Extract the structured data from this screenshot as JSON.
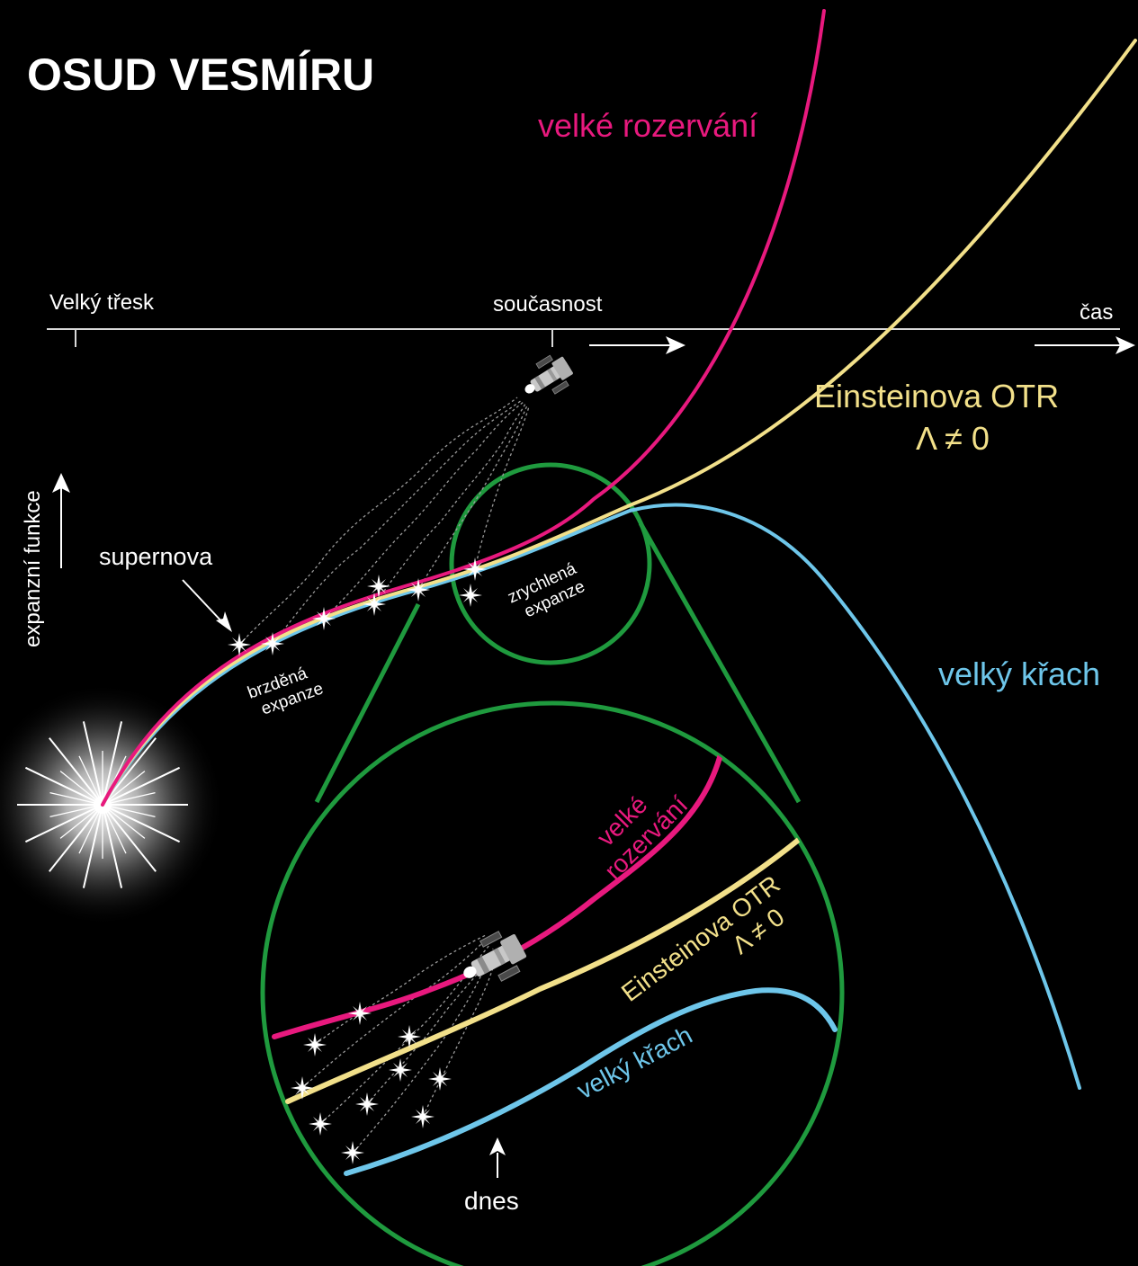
{
  "title": "OSUD VESMÍRU",
  "axis": {
    "big_bang": "Velký třesk",
    "present": "současnost",
    "time": "čas",
    "expansion": "expanzní funkce"
  },
  "curves": {
    "big_rip": {
      "label": "velké rozervání",
      "color": "#e8197e"
    },
    "einstein": {
      "label_line1": "Einsteinova OTR",
      "label_line2": "Λ ≠ 0",
      "color": "#f2e08a"
    },
    "big_crunch": {
      "label": "velký křach",
      "color": "#6ec6ea"
    }
  },
  "annotations": {
    "supernova": "supernova",
    "decelerated_line1": "brzděná",
    "decelerated_line2": "expanze",
    "accelerated_line1": "zrychlená",
    "accelerated_line2": "expanze",
    "today": "dnes"
  },
  "inset": {
    "big_rip_line1": "velké",
    "big_rip_line2": "rozervání",
    "einstein_line1": "Einsteinova OTR",
    "einstein_line2": "Λ ≠ 0",
    "big_crunch": "velký křach"
  },
  "colors": {
    "background": "#000000",
    "axis": "#d9d9d9",
    "magnifier": "#1f9a3e",
    "text": "#ffffff"
  }
}
